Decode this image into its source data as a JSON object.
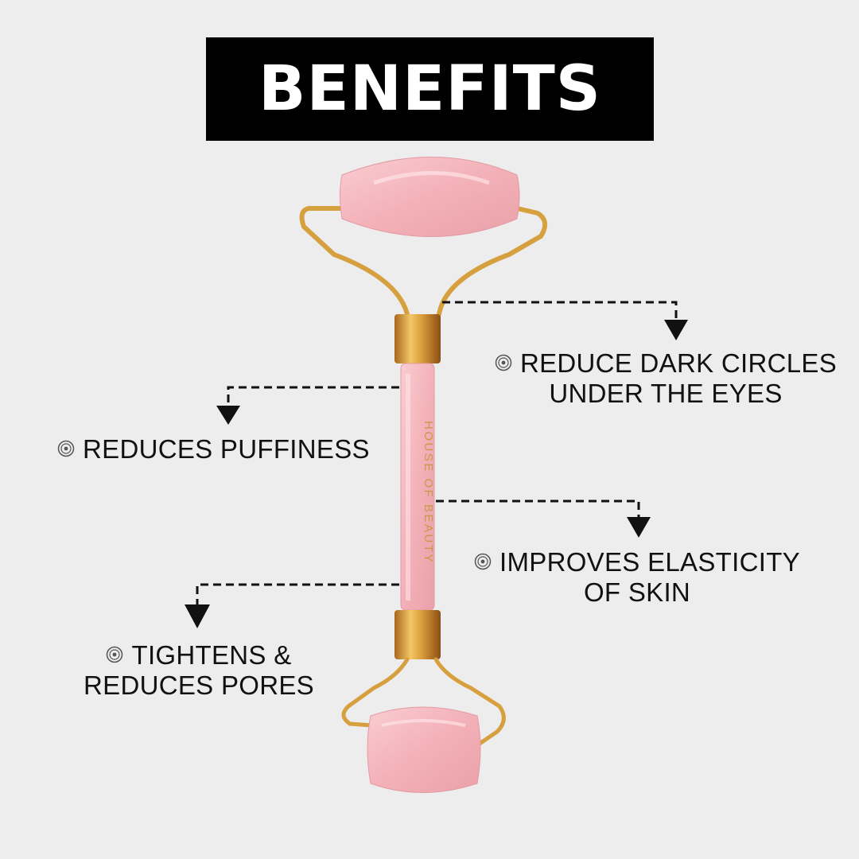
{
  "title": "BENEFITS",
  "product": {
    "engraving": "HOUSE OF BEAUTY"
  },
  "benefits": [
    {
      "lines": [
        "REDUCE DARK CIRCLES",
        "UNDER THE EYES"
      ],
      "icon": "mandala-icon"
    },
    {
      "lines": [
        "REDUCES PUFFINESS"
      ],
      "icon": "mandala-icon"
    },
    {
      "lines": [
        "IMPROVES ELASTICITY",
        "OF SKIN"
      ],
      "icon": "mandala-icon"
    },
    {
      "lines": [
        "TIGHTENS &",
        "REDUCES PORES"
      ],
      "icon": "mandala-icon"
    }
  ],
  "colors": {
    "background": "#ededed",
    "banner": "#000000",
    "rose_quartz": "#f4b6bd",
    "gold": "#d9a441"
  }
}
